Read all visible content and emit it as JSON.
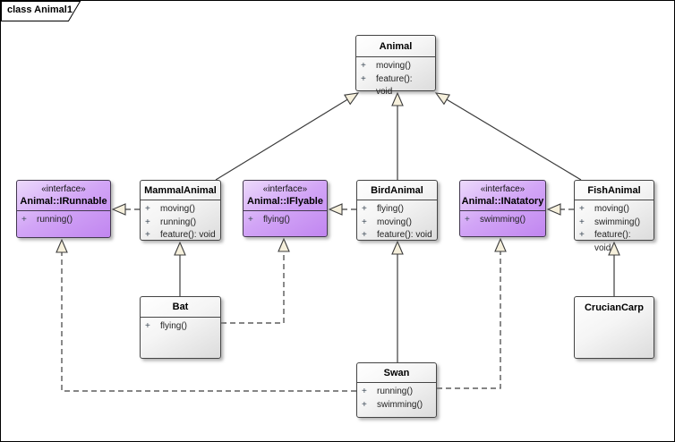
{
  "frame": {
    "title": "class Animal1"
  },
  "colors": {
    "interface_fill": "#c98ef3",
    "class_fill": "#f0f0f0",
    "border": "#454545",
    "triangle_fill": "#f6f0dc",
    "background": "#ffffff"
  },
  "classes": [
    {
      "name": "Animal",
      "methods": [
        {
          "v": "+",
          "s": "moving()"
        },
        {
          "v": "+",
          "s": "feature(): void"
        }
      ]
    },
    {
      "stereotype": "«interface»",
      "name": "Animal::IRunnable",
      "methods": [
        {
          "v": "+",
          "s": "running()"
        }
      ]
    },
    {
      "name": "MammalAnimal",
      "methods": [
        {
          "v": "+",
          "s": "moving()"
        },
        {
          "v": "+",
          "s": "running()"
        },
        {
          "v": "+",
          "s": "feature(): void"
        }
      ]
    },
    {
      "stereotype": "«interface»",
      "name": "Animal::IFlyable",
      "methods": [
        {
          "v": "+",
          "s": "flying()"
        }
      ]
    },
    {
      "name": "BirdAnimal",
      "methods": [
        {
          "v": "+",
          "s": "flying()"
        },
        {
          "v": "+",
          "s": "moving()"
        },
        {
          "v": "+",
          "s": "feature(): void"
        }
      ]
    },
    {
      "stereotype": "«interface»",
      "name": "Animal::INatatory",
      "methods": [
        {
          "v": "+",
          "s": "swimming()"
        }
      ]
    },
    {
      "name": "FishAnimal",
      "methods": [
        {
          "v": "+",
          "s": "moving()"
        },
        {
          "v": "+",
          "s": "swimming()"
        },
        {
          "v": "+",
          "s": "feature(): void"
        }
      ]
    },
    {
      "name": "Bat",
      "methods": [
        {
          "v": "+",
          "s": "flying()"
        }
      ]
    },
    {
      "name": "CrucianCarp",
      "methods": []
    },
    {
      "name": "Swan",
      "methods": [
        {
          "v": "+",
          "s": "running()"
        },
        {
          "v": "+",
          "s": "swimming()"
        }
      ]
    }
  ],
  "relationships": [
    {
      "type": "generalization",
      "from": "MammalAnimal",
      "to": "Animal"
    },
    {
      "type": "generalization",
      "from": "BirdAnimal",
      "to": "Animal"
    },
    {
      "type": "generalization",
      "from": "FishAnimal",
      "to": "Animal"
    },
    {
      "type": "generalization",
      "from": "Bat",
      "to": "MammalAnimal"
    },
    {
      "type": "generalization",
      "from": "Swan",
      "to": "BirdAnimal"
    },
    {
      "type": "generalization",
      "from": "CrucianCarp",
      "to": "FishAnimal"
    },
    {
      "type": "realization",
      "from": "MammalAnimal",
      "to": "Animal::IRunnable"
    },
    {
      "type": "realization",
      "from": "BirdAnimal",
      "to": "Animal::IFlyable"
    },
    {
      "type": "realization",
      "from": "FishAnimal",
      "to": "Animal::INatatory"
    },
    {
      "type": "realization",
      "from": "Bat",
      "to": "Animal::IFlyable"
    },
    {
      "type": "realization",
      "from": "Swan",
      "to": "Animal::INatatory"
    },
    {
      "type": "realization",
      "from": "Swan",
      "to": "Animal::IRunnable"
    }
  ]
}
